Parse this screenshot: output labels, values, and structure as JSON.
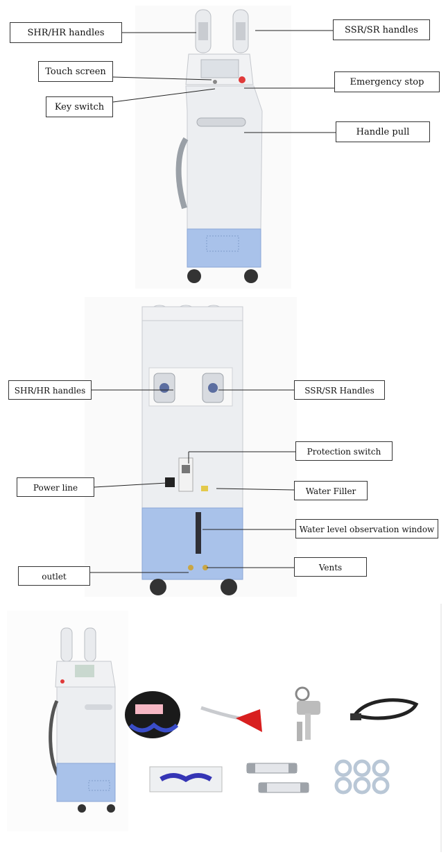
{
  "front_view": {
    "labels": {
      "shr_hr_handles": "SHR/HR handles",
      "ssr_sr_handles": "SSR/SR handles",
      "touch_screen": "Touch screen",
      "emergency_stop": "Emergency stop",
      "key_switch": "Key switch",
      "handle_pull": "Handle pull"
    }
  },
  "back_view": {
    "labels": {
      "shr_hr_handles": "SHR/HR handles",
      "ssr_sr_handles": "SSR/SR Handles",
      "protection_switch": "Protection switch",
      "power_line": "Power line",
      "water_filler": "Water Filler",
      "water_level_window": "Water level observation window",
      "outlet": "outlet",
      "vents": "Vents"
    }
  },
  "colors": {
    "body_white": "#eceef1",
    "base_blue": "#a9c2ea",
    "accent_red": "#e03a3a"
  }
}
